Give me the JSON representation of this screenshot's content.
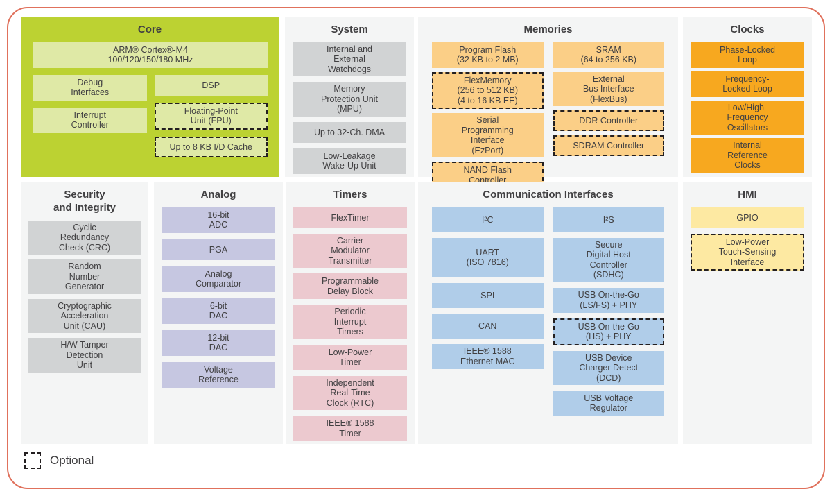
{
  "colors": {
    "core_panel": "#bcd232",
    "core": "#dfe9a6",
    "panel_bg": "#f4f5f5",
    "system": "#d1d3d4",
    "memories": "#fbcf87",
    "clocks": "#f7a81f",
    "security": "#d1d3d4",
    "analog": "#c6c7e1",
    "timers": "#ecc9cf",
    "comm": "#b0cde9",
    "hmi": "#fde9a2",
    "frame_border": "#e0715c",
    "text": "#414042",
    "optional_border": "#231f20"
  },
  "legend": {
    "label": "Optional"
  },
  "sections": [
    {
      "id": "core",
      "title": "Core",
      "theme": "core",
      "hero": {
        "label": "ARM® Cortex®-M4\n100/120/150/180 MHz"
      },
      "columns": [
        [
          {
            "label": "Debug\nInterfaces"
          },
          {
            "label": "Interrupt\nController"
          }
        ],
        [
          {
            "label": "DSP"
          },
          {
            "label": "Floating-Point\nUnit (FPU)",
            "optional": true
          },
          {
            "label": "Up to 8 KB I/D Cache",
            "optional": true
          }
        ]
      ]
    },
    {
      "id": "system",
      "title": "System",
      "theme": "system",
      "columns": [
        [
          {
            "label": "Internal and\nExternal\nWatchdogs"
          },
          {
            "label": "Memory\nProtection Unit\n(MPU)"
          },
          {
            "label": "Up to 32-Ch. DMA"
          },
          {
            "label": "Low-Leakage\nWake-Up Unit"
          }
        ]
      ]
    },
    {
      "id": "memories",
      "title": "Memories",
      "theme": "memories",
      "columns": [
        [
          {
            "label": "Program Flash\n(32 KB to 2 MB)"
          },
          {
            "label": "FlexMemory\n(256 to 512 KB)\n(4 to 16 KB EE)",
            "optional": true
          },
          {
            "label": "Serial\nProgramming\nInterface\n(EzPort)"
          },
          {
            "label": "NAND Flash\nController",
            "optional": true
          }
        ],
        [
          {
            "label": "SRAM\n(64 to 256 KB)"
          },
          {
            "label": "External\nBus Interface\n(FlexBus)"
          },
          {
            "label": "DDR Controller",
            "optional": true
          },
          {
            "label": "SDRAM Controller",
            "optional": true
          }
        ]
      ]
    },
    {
      "id": "clocks",
      "title": "Clocks",
      "theme": "clocks",
      "columns": [
        [
          {
            "label": "Phase-Locked\nLoop"
          },
          {
            "label": "Frequency-\nLocked Loop"
          },
          {
            "label": "Low/High-\nFrequency\nOscillators"
          },
          {
            "label": "Internal\nReference\nClocks"
          }
        ]
      ]
    },
    {
      "id": "security",
      "title": "Security\nand Integrity",
      "theme": "security",
      "columns": [
        [
          {
            "label": "Cyclic\nRedundancy\nCheck (CRC)"
          },
          {
            "label": "Random\nNumber\nGenerator"
          },
          {
            "label": "Cryptographic\nAcceleration\nUnit (CAU)"
          },
          {
            "label": "H/W Tamper\nDetection\nUnit"
          }
        ]
      ]
    },
    {
      "id": "analog",
      "title": "Analog",
      "theme": "analog",
      "columns": [
        [
          {
            "label": "16-bit\nADC"
          },
          {
            "label": "PGA"
          },
          {
            "label": "Analog\nComparator"
          },
          {
            "label": "6-bit\nDAC"
          },
          {
            "label": "12-bit\nDAC"
          },
          {
            "label": "Voltage\nReference"
          }
        ]
      ]
    },
    {
      "id": "timers",
      "title": "Timers",
      "theme": "timers",
      "columns": [
        [
          {
            "label": "FlexTimer"
          },
          {
            "label": "Carrier\nModulator\nTransmitter"
          },
          {
            "label": "Programmable\nDelay Block"
          },
          {
            "label": "Periodic\nInterrupt\nTimers"
          },
          {
            "label": "Low-Power\nTimer"
          },
          {
            "label": "Independent\nReal-Time\nClock (RTC)"
          },
          {
            "label": "IEEE® 1588\nTimer"
          }
        ]
      ]
    },
    {
      "id": "comm",
      "title": "Communication Interfaces",
      "theme": "comm",
      "columns": [
        [
          {
            "label": "I²C"
          },
          {
            "label": "UART\n(ISO 7816)"
          },
          {
            "label": "SPI"
          },
          {
            "label": "CAN"
          },
          {
            "label": "IEEE® 1588\nEthernet MAC"
          }
        ],
        [
          {
            "label": "I²S"
          },
          {
            "label": "Secure\nDigital Host\nController\n(SDHC)"
          },
          {
            "label": "USB On-the-Go\n(LS/FS) + PHY"
          },
          {
            "label": "USB On-the-Go\n(HS) + PHY",
            "optional": true
          },
          {
            "label": "USB Device\nCharger Detect\n(DCD)"
          },
          {
            "label": "USB Voltage\nRegulator"
          }
        ]
      ]
    },
    {
      "id": "hmi",
      "title": "HMI",
      "theme": "hmi",
      "columns": [
        [
          {
            "label": "GPIO"
          },
          {
            "label": "Low-Power\nTouch-Sensing\nInterface",
            "optional": true
          }
        ]
      ]
    }
  ]
}
